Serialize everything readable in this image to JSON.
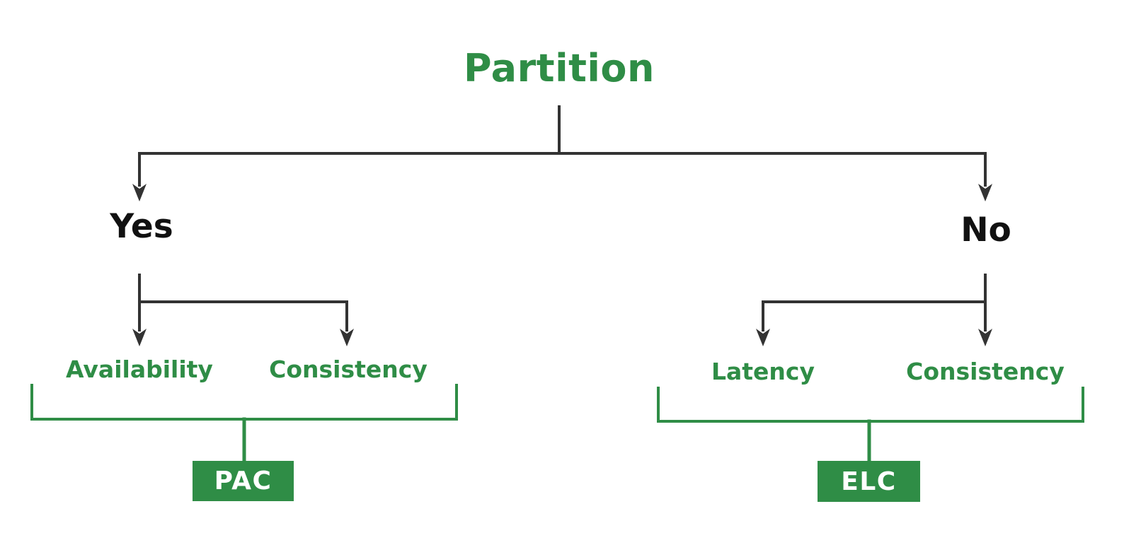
{
  "colors": {
    "green": "#2f8d46",
    "line": "#333333",
    "box-text": "#ffffff",
    "background": "#ffffff"
  },
  "root": {
    "label": "Partition"
  },
  "left_branch": {
    "answer": "Yes",
    "options": {
      "first": "Availability",
      "second": "Consistency"
    },
    "group_label": "PAC"
  },
  "right_branch": {
    "answer": "No",
    "options": {
      "first": "Latency",
      "second": "Consistency"
    },
    "group_label": "ELC"
  }
}
